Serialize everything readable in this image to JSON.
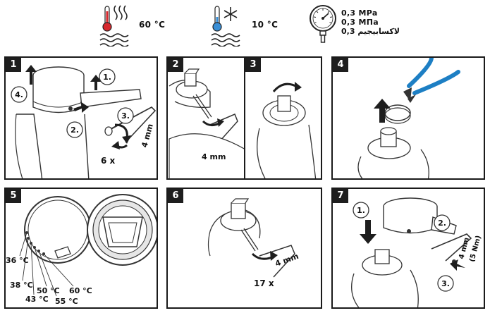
{
  "header": {
    "hot_temp": "60 °C",
    "cold_temp": "10 °C",
    "pressure": [
      "0,3 MPa",
      "0,3 МПа",
      "0,3 لاكسابيجيم"
    ]
  },
  "panels": [
    {
      "number": "1",
      "callouts": [
        "1.",
        "2.",
        "3.",
        "4."
      ],
      "tool_size": "4 mm",
      "torque_text": "6 x"
    },
    {
      "number": "2",
      "tool_size": "4 mm"
    },
    {
      "number": "3"
    },
    {
      "number": "4"
    },
    {
      "number": "5",
      "temps": [
        "36 °C",
        "38 °C",
        "43 °C",
        "50 °C",
        "55 °C",
        "60 °C"
      ]
    },
    {
      "number": "6",
      "tool_size": "4 mm",
      "torque_text": "17 x"
    },
    {
      "number": "7",
      "callouts": [
        "1.",
        "2.",
        "3."
      ],
      "tool_size": "4 mm",
      "torque_text": "(5 Nm)"
    }
  ],
  "colors": {
    "hot": "#d7282e",
    "cold": "#3a8fd6",
    "plier_handle": "#1d7fc4"
  }
}
